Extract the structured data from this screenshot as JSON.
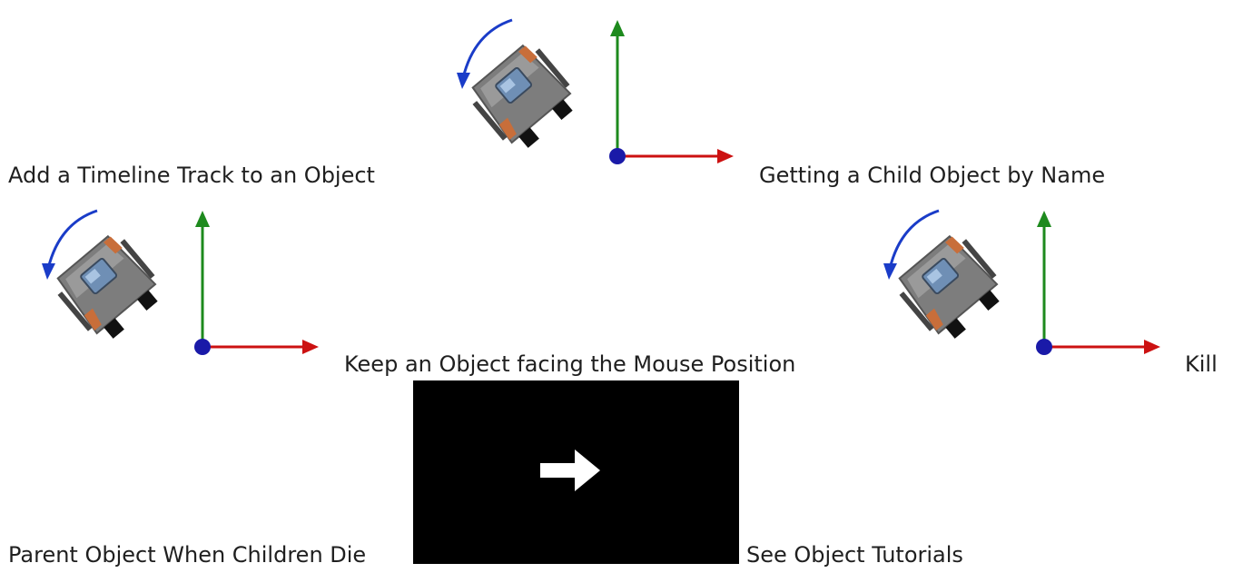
{
  "links": {
    "add_timeline_track": "Add a Timeline Track to an Object",
    "child_by_name": "Getting a Child Object by Name",
    "face_mouse": "Keep an Object facing the Mouse Position",
    "kill": "Kill",
    "parent_children_die": "Parent Object When Children Die",
    "see_tutorials": "See Object Tutorials"
  },
  "icons": {
    "thumbnail": "rotate-object-ship-icon",
    "video": "right-arrow-icon"
  },
  "colors": {
    "rotation_arrow": "#1a3cc8",
    "x_axis": "#cc1111",
    "y_axis": "#1d8a1d",
    "origin": "#1a1aa8",
    "video_bg": "#000000"
  }
}
